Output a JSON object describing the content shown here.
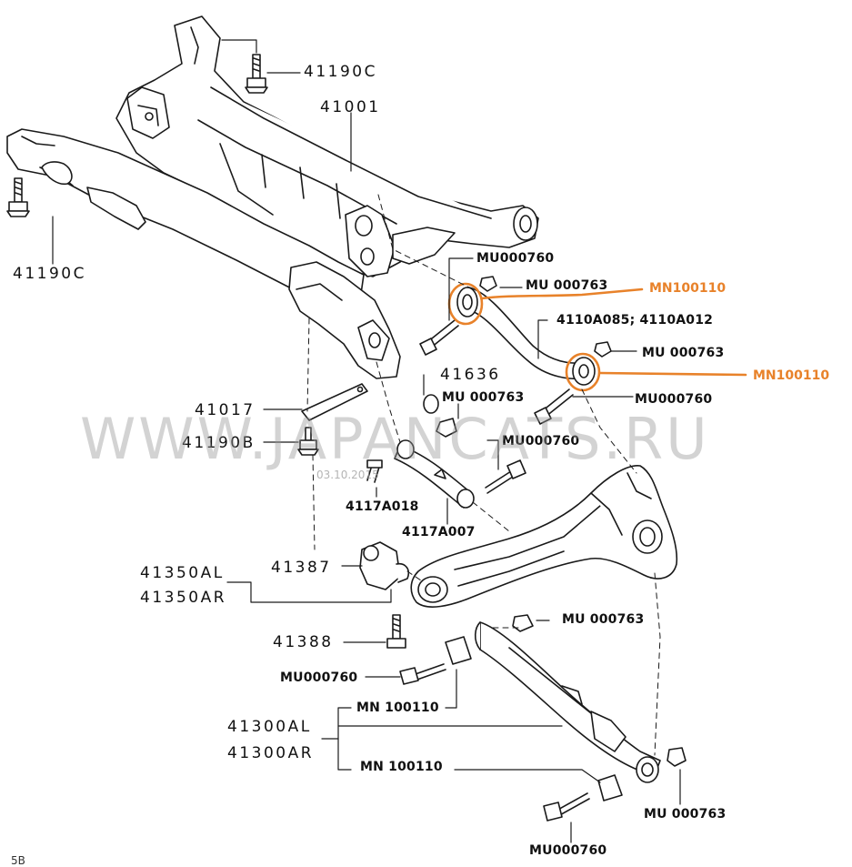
{
  "labels": {
    "p41190c_top": "41190C",
    "p41001": "41001",
    "p41190c_left": "41190C",
    "mu000760_a": "MU000760",
    "mu000763_a": "MU 000763",
    "mn100110_a": "MN100110",
    "p4110a": "4110A085; 4110A012",
    "mu000763_b": "MU 000763",
    "mn100110_b": "MN100110",
    "mu000760_b": "MU000760",
    "p41636": "41636",
    "mu000763_c": "MU 000763",
    "p41017": "41017",
    "p41190b": "41190B",
    "mu000760_c": "MU000760",
    "p4117a018": "4117A018",
    "p4117a007": "4117A007",
    "p41387": "41387",
    "p41350al": "41350AL",
    "p41350ar": "41350AR",
    "mu000763_d": "MU 000763",
    "p41388": "41388",
    "mu000760_d": "MU000760",
    "mn100110_c": "MN 100110",
    "p41300al": "41300AL",
    "p41300ar": "41300AR",
    "mn100110_d": "MN 100110",
    "mu000763_e": "MU 000763",
    "mu000760_e": "MU000760"
  },
  "watermark": {
    "site": "WWW.JAPANCATS.RU",
    "date": "03.10.2015"
  },
  "corner_text": "5B",
  "colors": {
    "line": "#1a1a1a",
    "highlight": "#e8822a",
    "watermark": "#969696"
  }
}
